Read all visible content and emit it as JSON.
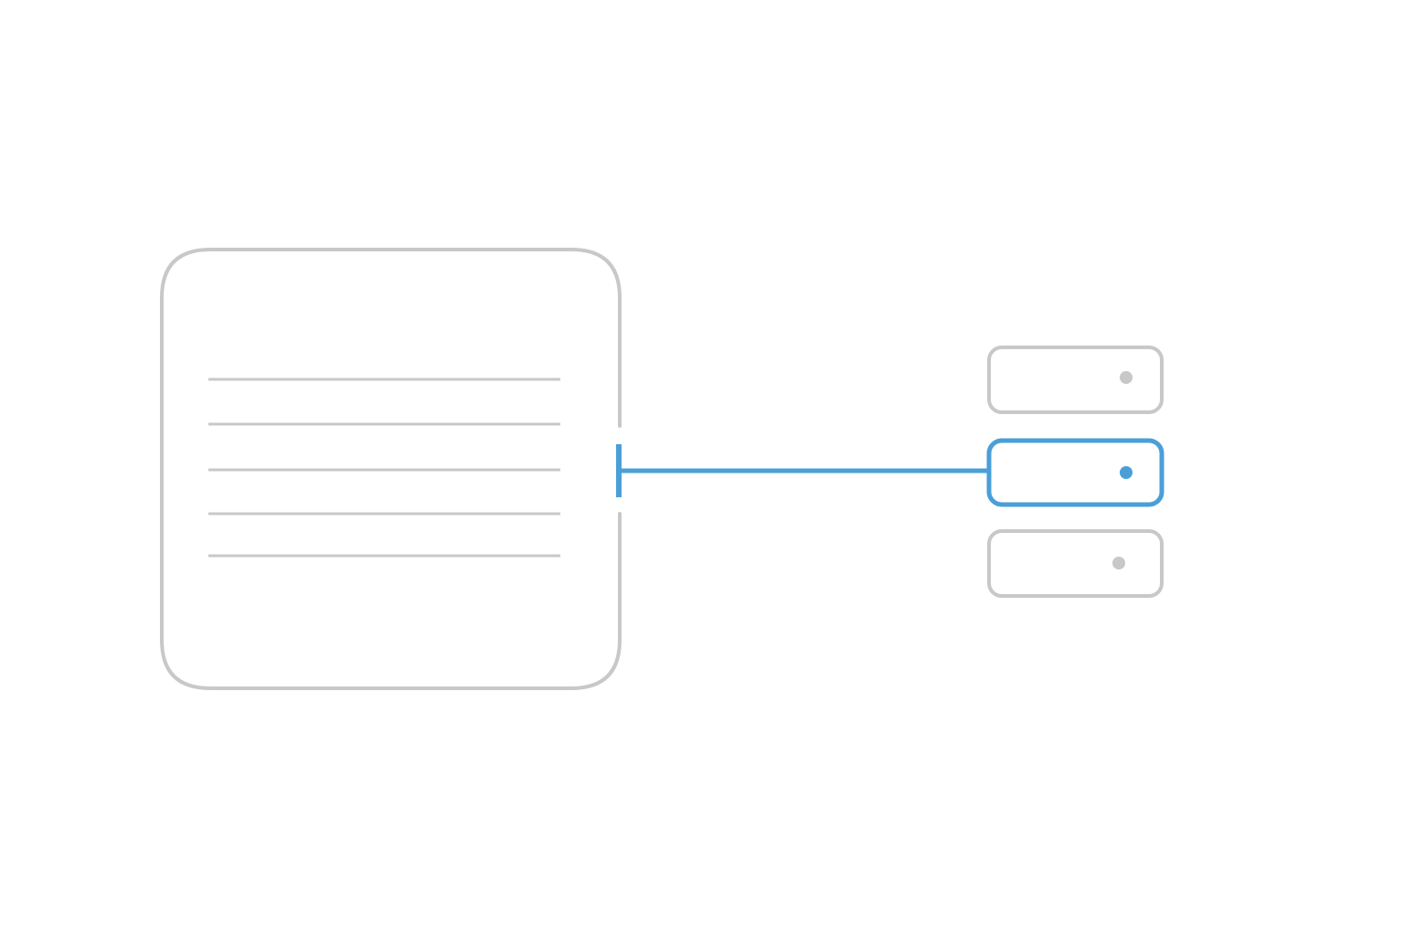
{
  "colors": {
    "background": "#ffffff",
    "inactive": "#c8c8c8",
    "accent": "#4a9fd8"
  },
  "document_panel": {
    "icon": "document-lines-icon",
    "line_count": 5
  },
  "connector": {
    "target_index": 1
  },
  "stack": {
    "icon": "server-stack-icon",
    "units": [
      {
        "state": "inactive"
      },
      {
        "state": "active"
      },
      {
        "state": "inactive"
      }
    ]
  }
}
